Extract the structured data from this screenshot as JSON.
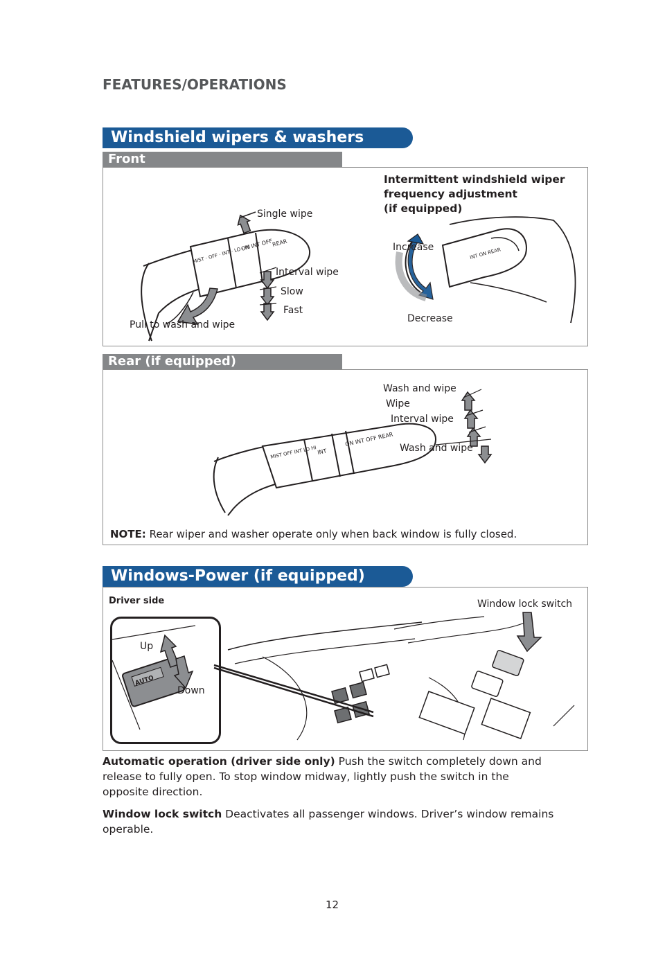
{
  "header": {
    "title": "FEATURES/OPERATIONS"
  },
  "wipers": {
    "title": "Windshield wipers & washers",
    "front": {
      "label": "Front",
      "single_wipe": "Single wipe",
      "interval_wipe": "Interval wipe",
      "slow": "Slow",
      "fast": "Fast",
      "pull": "Pull to wash and wipe",
      "intermittent_title_1": "Intermittent windshield wiper",
      "intermittent_title_2": "frequency adjustment",
      "intermittent_title_3": "(if equipped)",
      "increase": "Increase",
      "decrease": "Decrease"
    },
    "rear": {
      "label": "Rear (if equipped)",
      "wash_wipe_top": "Wash and wipe",
      "wipe": "Wipe",
      "interval_wipe": "Interval wipe",
      "wash_wipe_bottom": "Wash and wipe",
      "note_label": "NOTE:",
      "note_text": "Rear wiper and washer operate only when back window is fully closed."
    }
  },
  "windows": {
    "title": "Windows-Power (if equipped)",
    "driver_side": "Driver side",
    "up": "Up",
    "down": "Down",
    "auto": "AUTO",
    "lock_switch": "Window lock switch",
    "auto_heading": "Automatic operation (driver side only)",
    "auto_text_1": " Push the switch completely down and",
    "auto_text_2": "release to fully open. To stop window midway, lightly push the switch in the",
    "auto_text_3": "opposite direction.",
    "lock_heading": "Window lock switch",
    "lock_text_1": " Deactivates all passenger windows. Driver’s window remains",
    "lock_text_2": "operable."
  },
  "stalk": {
    "mist": "MIST",
    "off": "OFF",
    "int": "INT",
    "lo": "LO",
    "hi": "HI",
    "on": "ON",
    "rear": "REAR"
  },
  "footer": {
    "page_number": "12"
  },
  "colors": {
    "accent": "#1b5a96",
    "sub_bar": "#858789",
    "arrow_gray": "#8c8e91"
  }
}
